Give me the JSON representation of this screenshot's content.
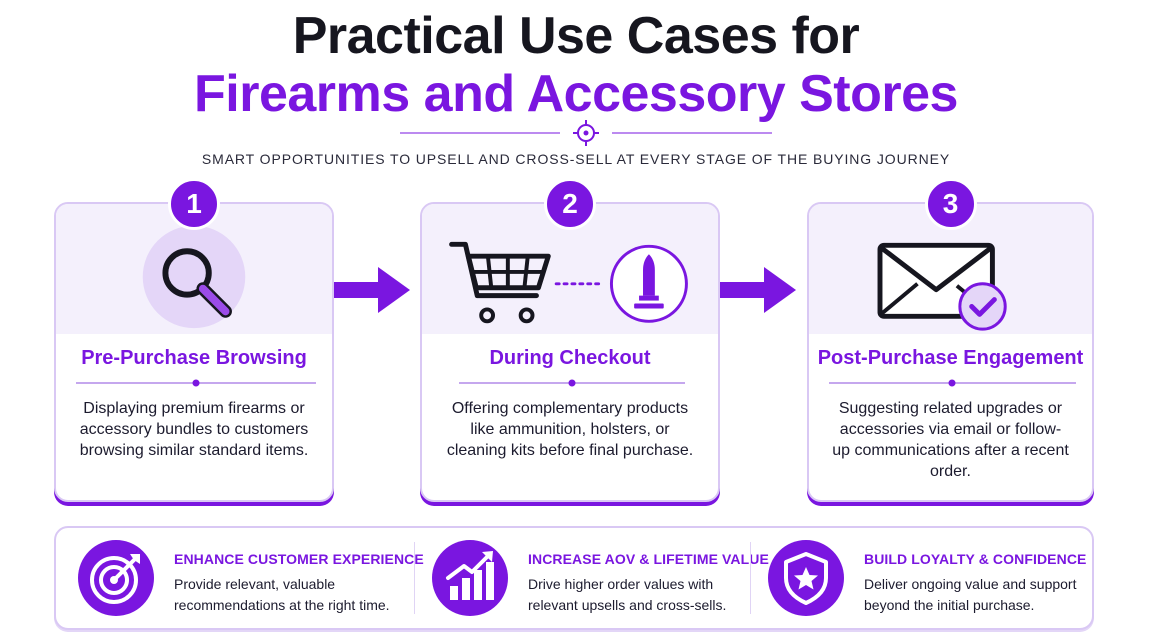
{
  "header": {
    "title_line1": "Practical Use Cases for",
    "title_line2": "Firearms and Accessory Stores",
    "subtitle": "SMART OPPORTUNITIES TO UPSELL AND CROSS-SELL AT EVERY STAGE OF THE BUYING JOURNEY"
  },
  "colors": {
    "accent": "#7a16e0",
    "accent_light": "#f4f0fc",
    "border": "#d9c8f4",
    "text": "#1c1b2e"
  },
  "steps": [
    {
      "number": "1",
      "title": "Pre-Purchase Browsing",
      "description": "Displaying premium firearms or accessory bundles to customers browsing similar standard items.",
      "icon": "magnifying-glass-icon"
    },
    {
      "number": "2",
      "title": "During Checkout",
      "description": "Offering complementary products like ammunition, holsters, or cleaning kits before final purchase.",
      "icon": "shopping-cart-icon"
    },
    {
      "number": "3",
      "title": "Post-Purchase Engagement",
      "description": "Suggesting related upgrades or accessories via email or follow-up communications after a recent order.",
      "icon": "envelope-check-icon"
    }
  ],
  "benefits": [
    {
      "title": "ENHANCE CUSTOMER EXPERIENCE",
      "description": "Provide relevant, valuable recommendations at the right time.",
      "icon": "target-icon"
    },
    {
      "title": "INCREASE AOV & LIFETIME VALUE",
      "description": "Drive higher order values with relevant upsells and cross-sells.",
      "icon": "growth-chart-icon"
    },
    {
      "title": "BUILD LOYALTY & CONFIDENCE",
      "description": "Deliver ongoing value and support beyond the initial purchase.",
      "icon": "shield-star-icon"
    }
  ]
}
